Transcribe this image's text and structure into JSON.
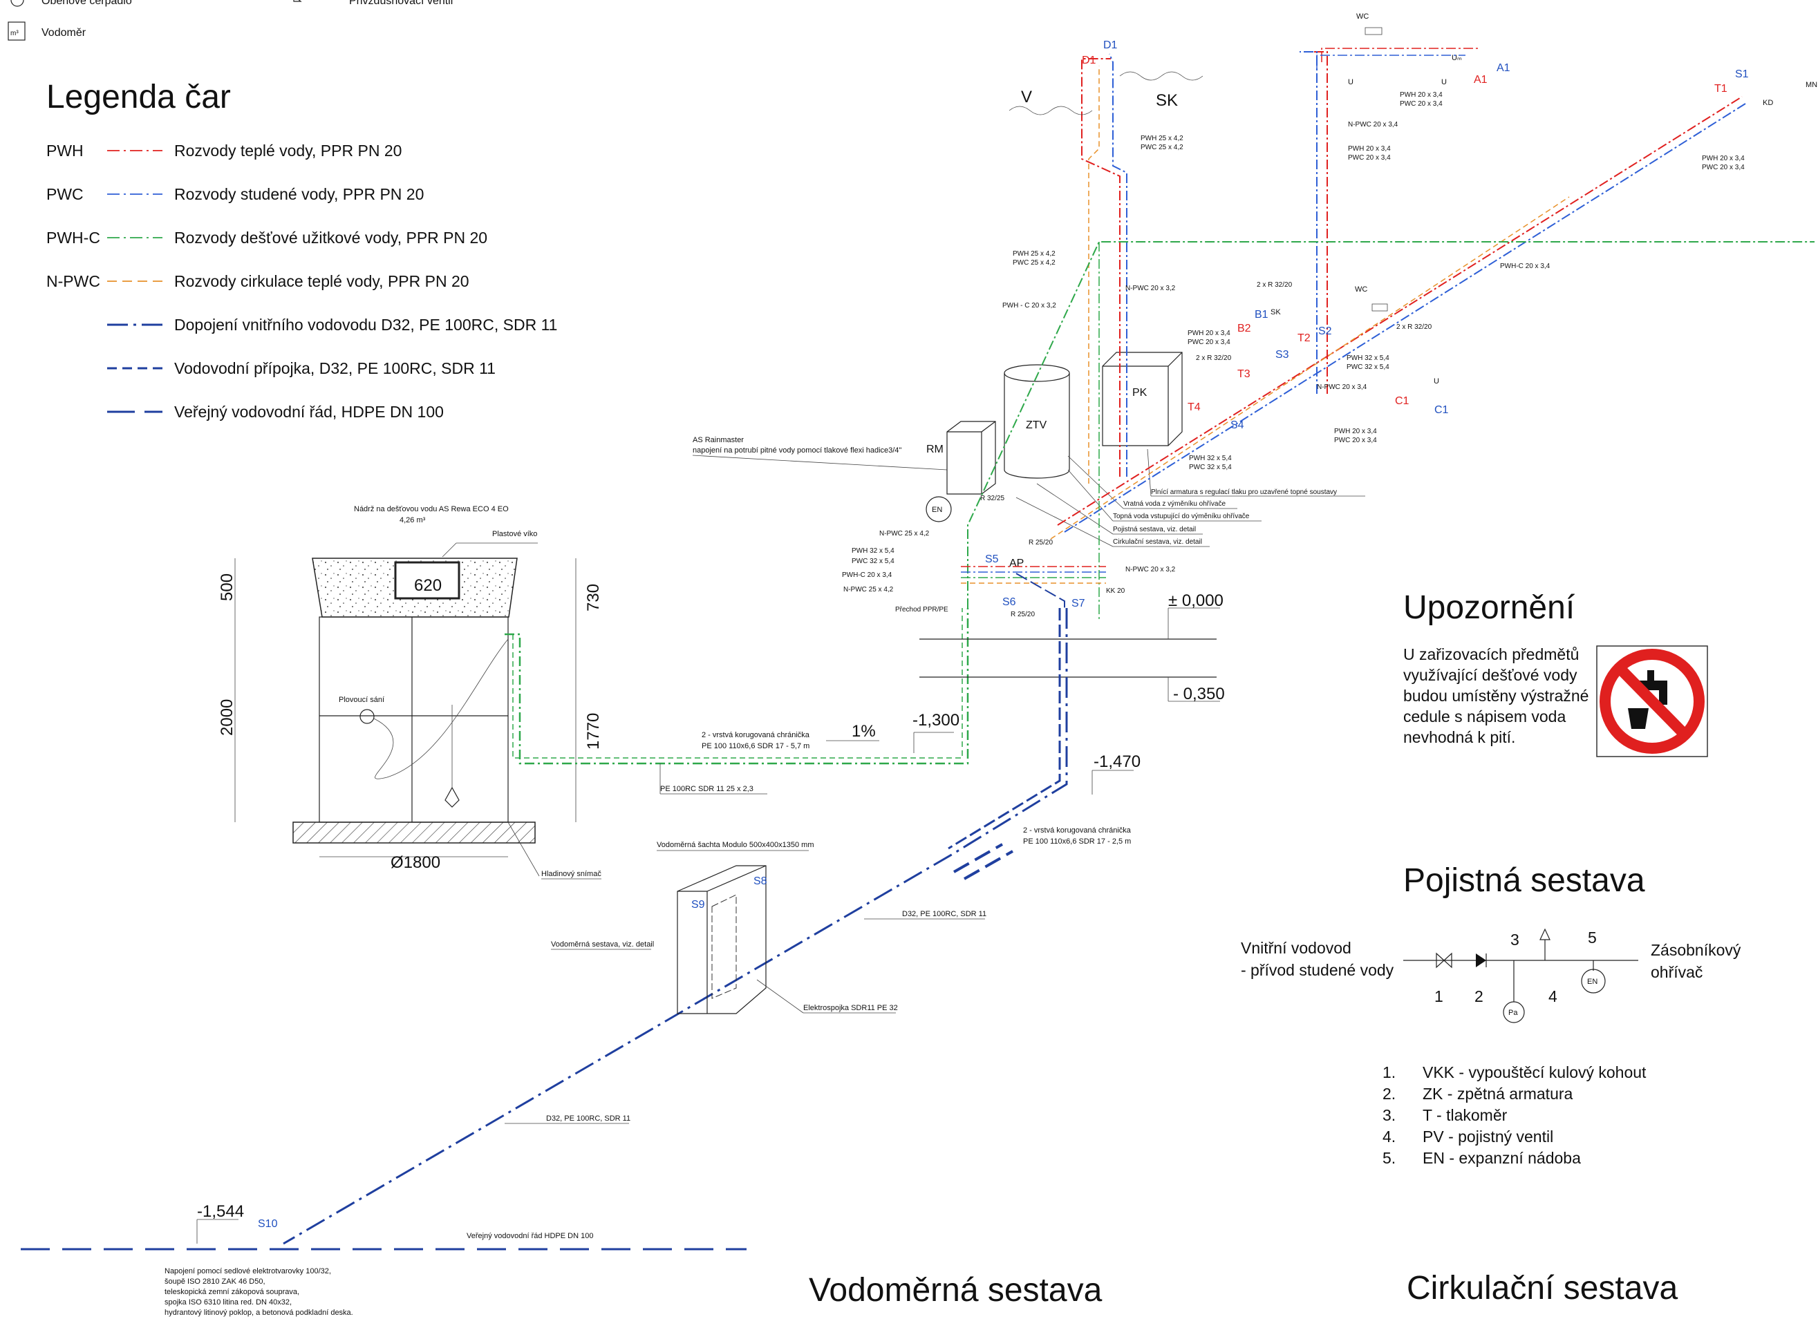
{
  "top_legend": {
    "pump_label": "Oběhové čerpadlo",
    "valve_label": "Přivzdušňovací ventil",
    "meter_label": "Vodoměr",
    "meter_symbol": "m³"
  },
  "line_legend": {
    "title": "Legenda čar",
    "items": [
      {
        "code": "PWH",
        "text": "Rozvody teplé vody, PPR PN 20",
        "color": "#e0201f",
        "style": "dash-dot"
      },
      {
        "code": "PWC",
        "text": "Rozvody studené vody, PPR PN 20",
        "color": "#2e5fd6",
        "style": "dash-dot"
      },
      {
        "code": "PWH-C",
        "text": "Rozvody dešťové užitkové vody, PPR PN 20",
        "color": "#2ea84a",
        "style": "dash-dot"
      },
      {
        "code": "N-PWC",
        "text": "Rozvody cirkulace teplé vody, PPR PN 20",
        "color": "#e8912a",
        "style": "dash"
      },
      {
        "code": "",
        "text": "Dopojení vnitřního vodovodu D32, PE 100RC, SDR 11",
        "color": "#1f3f9f",
        "style": "long-dash-dot"
      },
      {
        "code": "",
        "text": "Vodovodní přípojka, D32, PE 100RC, SDR 11",
        "color": "#1f3f9f",
        "style": "dash"
      },
      {
        "code": "",
        "text": "Veřejný vodovodní řád, HDPE DN 100",
        "color": "#1f3f9f",
        "style": "long-dash"
      }
    ]
  },
  "tank": {
    "title": "Nádrž na dešťovou vodu AS Rewa ECO 4 EO",
    "volume": "4,26 m³",
    "lid_label": "Plastové víko",
    "lid_size": "620",
    "float_label": "Plovoucí sání",
    "sensor_label": "Hladinový snímač",
    "diameter": "Ø1800",
    "dims": {
      "top": "500",
      "body": "2000",
      "right_top": "730",
      "right_body": "1770"
    }
  },
  "pipe_labels": {
    "chranicka1_a": "2 - vrstvá korugovaná chránička",
    "chranicka1_b": "PE 100 110x6,6 SDR 17 - 5,7 m",
    "pe100_small": "PE 100RC SDR 11 25 x 2,3",
    "slope": "1%",
    "chranicka2_a": "2 - vrstvá korugovaná chránička",
    "chranicka2_b": "PE 100 110x6,6 SDR 17 - 2,5 m",
    "d32_1": "D32, PE 100RC, SDR 11",
    "d32_2": "D32, PE 100RC, SDR 11",
    "public": "Veřejný vodovodní řád HDPE DN 100",
    "prechod": "Přechod PPR/PE"
  },
  "levels": {
    "zero": "± 0,000",
    "l1": "- 0,350",
    "l2": "-1,300",
    "l3": "-1,470",
    "l4": "-1,544"
  },
  "shaft": {
    "title": "Vodoměrná šachta Modulo 500x400x1350 mm",
    "set_label": "Vodoměrná sestava, viz. detail",
    "coupler": "Elektrospojka SDR11 PE 32",
    "s8": "S8",
    "s9": "S9",
    "s10": "S10"
  },
  "connection_note": [
    "Napojení pomocí sedlové elektrotvarovky 100/32,",
    "šoupě ISO 2810 ZAK 46 D50,",
    "teleskopická zemní zákopová souprava,",
    "spojka ISO 6310 litina red. DN 40x32,",
    "hydrantový litinový poklop, a betonová podkladní deska."
  ],
  "equipment": {
    "rainmaster_a": "AS Rainmaster",
    "rainmaster_b": "napojení na potrubí pitné vody pomocí tlakové flexi hadice3/4\"",
    "rm": "RM",
    "en": "EN",
    "ztv": "ZTV",
    "pk": "PK",
    "ap": "AP",
    "plnici": "Plnící armatura s regulací tlaku pro uzavřené topné soustavy",
    "vratna": "Vratná voda z výměníku ohřívače",
    "topna": "Topná voda vstupující do výměníku ohřívače",
    "pojistna": "Pojistná sestava, viz. detail",
    "cirkulacni": "Cirkulační sestava, viz. detail"
  },
  "fixtures": {
    "v": "V",
    "sk": "SK",
    "sk2": "SK",
    "wc": "WC",
    "wc2": "WC",
    "um": "Uₘ",
    "u": "U",
    "u2": "U",
    "u3": "U",
    "kd": "KD",
    "mn": "MN"
  },
  "points": {
    "d1_blue": "D1",
    "d1_red": "D1",
    "a1": "A1",
    "a1_red": "A1",
    "s1": "S1",
    "t1": "T1",
    "b1": "B1",
    "b2": "B2",
    "s2": "S2",
    "t2": "T2",
    "s3": "S3",
    "t3": "T3",
    "s4": "S4",
    "t4": "T4",
    "c1": "C1",
    "c1_red": "C1",
    "s5": "S5",
    "s6": "S6",
    "s7": "S7"
  },
  "dimension_tags": {
    "d1": [
      "PWH 25 x 4,2",
      "PWC 25 x 4,2"
    ],
    "d2": [
      "PWH 25 x 4,2",
      "PWC 25 x 4,2"
    ],
    "npwc32": "N-PWC 20 x 3,2",
    "pwhc32": "PWH - C 20 x 3,2",
    "a1": [
      "PWH 20 x 3,4",
      "PWC 20 x 3,4"
    ],
    "npwc34": "N-PWC 20 x 3,4",
    "vert": [
      "PWH 20 x 3,4",
      "PWC 20 x 3,4"
    ],
    "s1": [
      "PWH 20 x 3,4",
      "PWC 20 x 3,4"
    ],
    "pwhc34": "PWH-C 20 x 3,4",
    "r3220a": "2 x R 32/20",
    "r3220b": "2 x R 32/20",
    "r3220c": "2 x R 32/20",
    "b2": [
      "PWH 20 x 3,4",
      "PWC 20 x 3,4"
    ],
    "pk54": [
      "PWH 32 x 5,4",
      "PWC 32 x 5,4"
    ],
    "npwc34b": "N-PWC 20 x 3,4",
    "c1": [
      "PWH 20 x 3,4",
      "PWC 20 x 3,4"
    ],
    "t4": [
      "PWH 32 x 5,4",
      "PWC 32 x 5,4"
    ],
    "npwc42": "N-PWC 25 x 4,2",
    "left_stack": [
      "PWH 32 x 5,4",
      "PWC 32 x 5,4",
      "PWH-C 20 x 3,4",
      "N-PWC 25 x 4,2"
    ],
    "r3225": "R 32/25",
    "r2520a": "R 25/20",
    "r2520b": "R 25/20",
    "npwc32b": "N-PWC 20 x 3,2",
    "kk20": "KK 20"
  },
  "warning": {
    "title": "Upozornění",
    "lines": [
      "U zařizovacích předmětů",
      "využívající dešťové vody",
      "budou umístěny výstražné",
      "cedule s nápisem voda",
      "nevhodná k pití."
    ],
    "sign_color": "#e0201f"
  },
  "pojistna": {
    "title": "Pojistná sestava",
    "left_a": "Vnitřní vodovod",
    "left_b": "- přívod studené vody",
    "right_a": "Zásobníkový",
    "right_b": "ohřívač",
    "nums": [
      "1",
      "2",
      "3",
      "4",
      "5"
    ],
    "en": "EN",
    "pa": "Pa",
    "list": [
      {
        "n": "1.",
        "t": "VKK - vypouštěcí kulový kohout"
      },
      {
        "n": "2.",
        "t": "ZK - zpětná armatura"
      },
      {
        "n": "3.",
        "t": "T - tlakoměr"
      },
      {
        "n": "4.",
        "t": "PV - pojistný ventil"
      },
      {
        "n": "5.",
        "t": "EN - expanzní nádoba"
      }
    ]
  },
  "bottom_titles": {
    "vodomerna": "Vodoměrná sestava",
    "cirkulacni": "Cirkulační sestava"
  },
  "colors": {
    "pwh": "#e0201f",
    "pwc": "#2e5fd6",
    "pwhc": "#2ea84a",
    "npwc": "#e8912a",
    "main": "#1f3f9f"
  }
}
